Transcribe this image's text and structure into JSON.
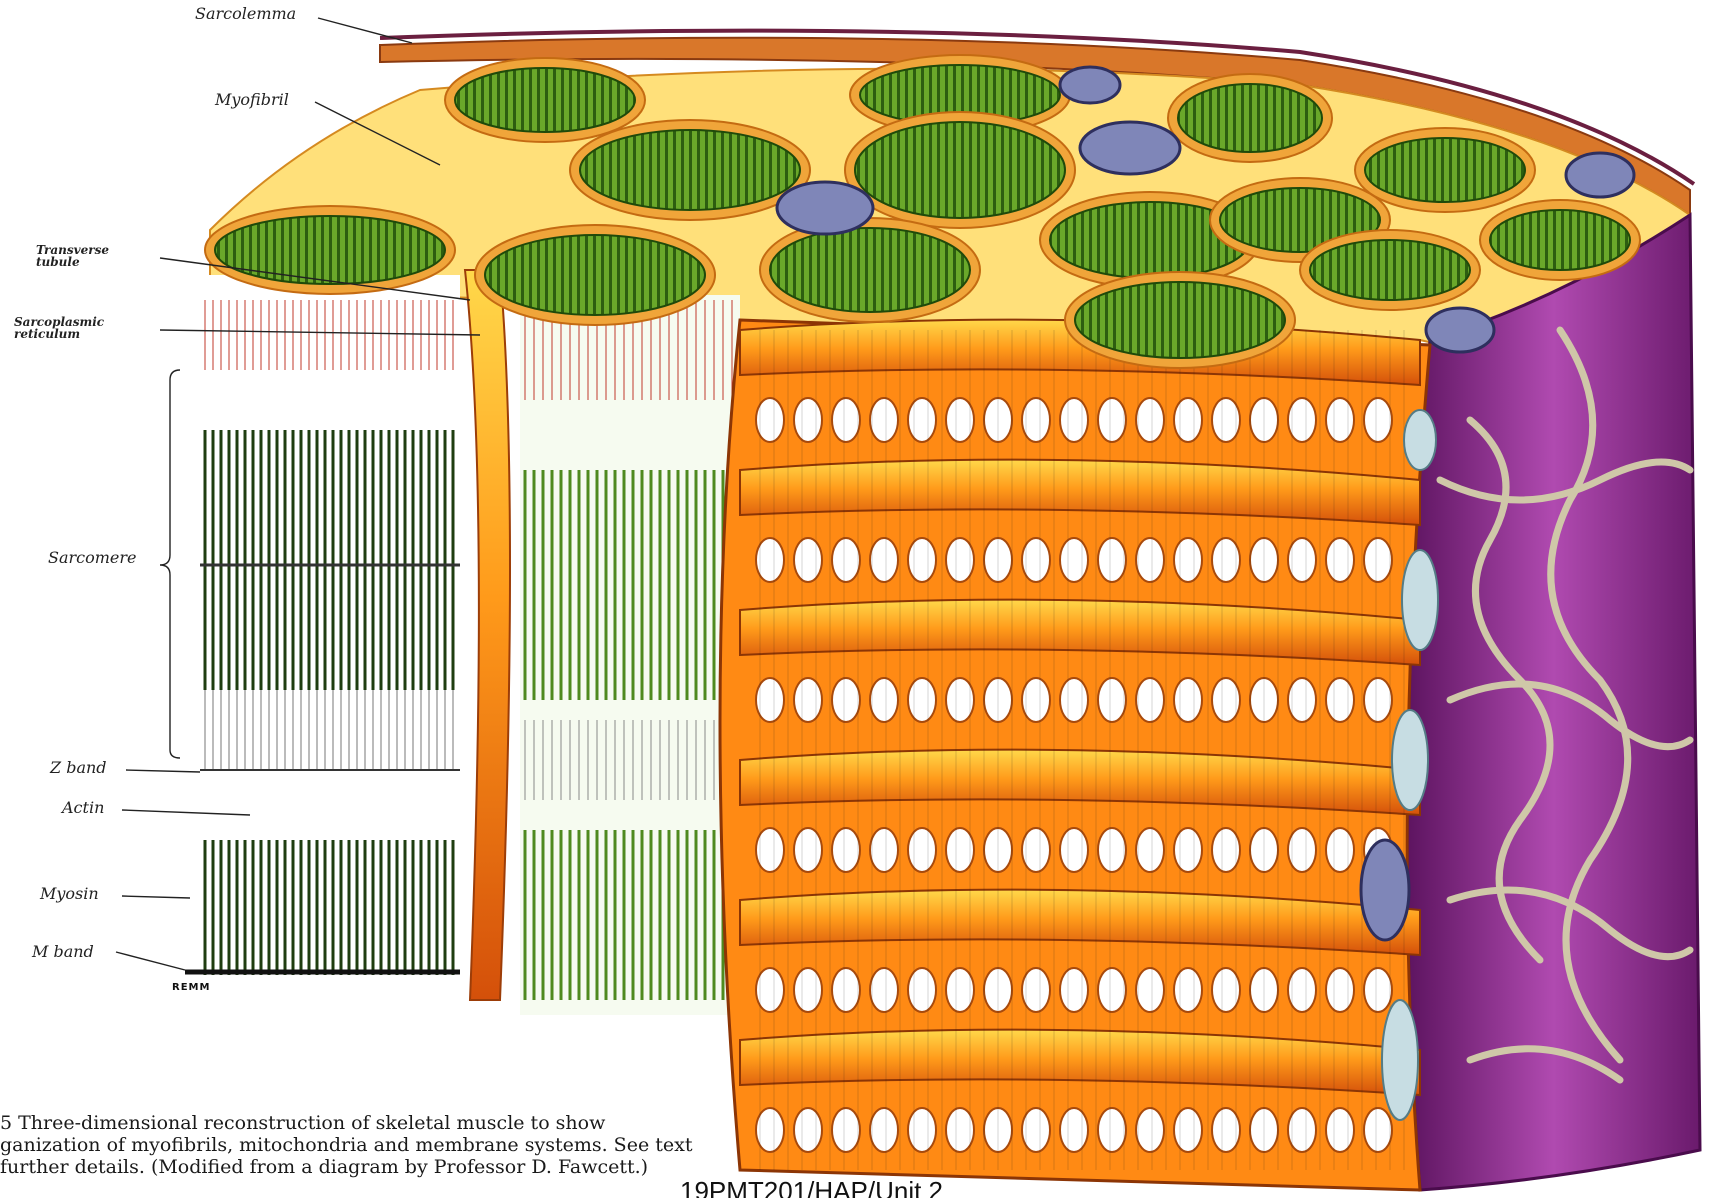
{
  "labels": {
    "sarcolemma": "Sarcolemma",
    "myofibril": "Myofibril",
    "transverse_tubule_1": "Transverse",
    "transverse_tubule_2": "tubule",
    "sarcoplasmic_1": "Sarcoplasmic",
    "sarcoplasmic_2": "reticulum",
    "sarcomere": "Sarcomere",
    "z_band": "Z band",
    "actin": "Actin",
    "myosin": "Myosin",
    "m_band": "M band"
  },
  "signature": "REMM",
  "caption": {
    "line1": "5  Three-dimensional  reconstruction  of  skeletal  muscle  to  show",
    "line2": "ganization of myofibrils, mitochondria and membrane systems. See text",
    "line3": " further details. (Modified from a diagram by Professor D. Fawcett.)"
  },
  "footer": "19PMT201/HAP/Unit 2",
  "colors": {
    "myofibril_green": "#4f8a1e",
    "reticulum_orange": "#f07a10",
    "reticulum_yellow": "#ffd23a",
    "sarcolemma_purple": "#9b2d9a",
    "mitochondria": "#8a8fbf",
    "ttubule_blue": "#bcd6dc"
  }
}
